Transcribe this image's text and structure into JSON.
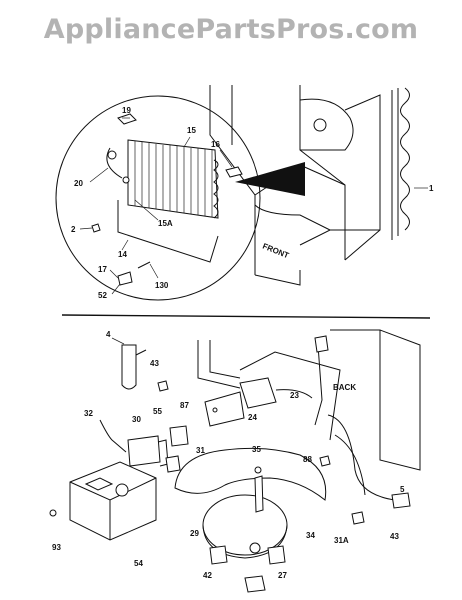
{
  "watermark": "AppliancePartsPros.com",
  "words": {
    "front": "FRONT",
    "back": "BACK"
  },
  "callouts": {
    "c1": "1",
    "c2": "2",
    "c4": "4",
    "c5": "5",
    "c14": "14",
    "c15": "15",
    "c15a": "15A",
    "c16": "16",
    "c17": "17",
    "c19": "19",
    "c20": "20",
    "c23": "23",
    "c24": "24",
    "c27": "27",
    "c29": "29",
    "c30": "30",
    "c31": "31",
    "c31a": "31A",
    "c32": "32",
    "c34": "34",
    "c35": "35",
    "c42": "42",
    "c43a": "43",
    "c43b": "43",
    "c52": "52",
    "c54": "54",
    "c55": "55",
    "c87": "87",
    "c88": "88",
    "c93": "93",
    "c130": "130"
  },
  "icons": [
    "condenser-coil",
    "evaporator",
    "compressor",
    "relay",
    "capacitor",
    "control-box",
    "drier",
    "overload"
  ]
}
